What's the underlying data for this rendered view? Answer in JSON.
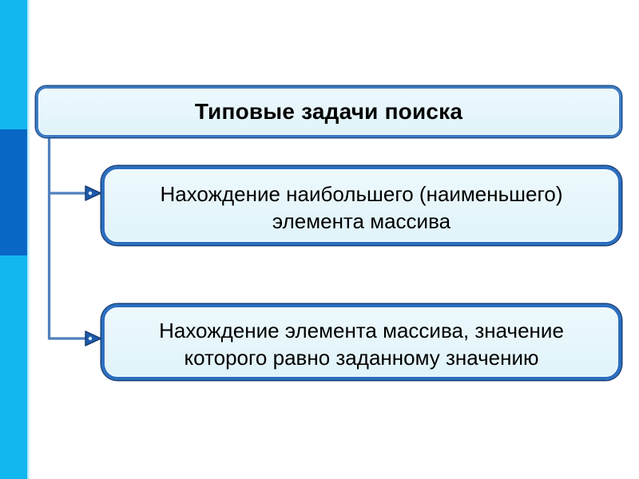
{
  "slide": {
    "title": "Типовые задачи поиска",
    "tasks": [
      {
        "label": "Нахождение наибольшего (наименьшего) элемента массива"
      },
      {
        "label": "Нахождение элемента массива, значение которого равно заданному значению"
      }
    ]
  },
  "icons": {
    "branch_arrow": "right-arrowhead ▶"
  },
  "colors": {
    "stripe_cyan": "#12b7f0",
    "stripe_dark": "#0967c6",
    "box_fill": "#e3f5fb",
    "box_border": "#2b6fc0",
    "title_border": "#3d7cc4",
    "connector": "#4f81bd",
    "arrow": "#1d5aa8",
    "text": "#000000",
    "background": "#ffffff"
  }
}
